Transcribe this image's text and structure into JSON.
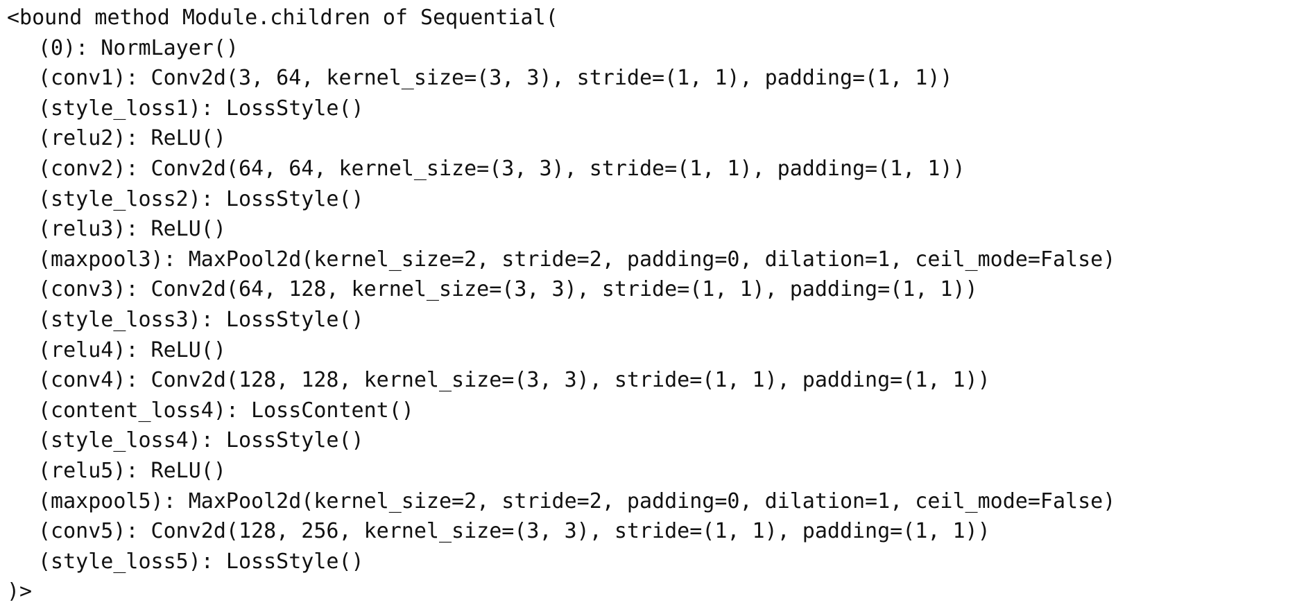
{
  "output": {
    "header": "<bound method Module.children of Sequential(",
    "layers": [
      "(0): NormLayer()",
      "(conv1): Conv2d(3, 64, kernel_size=(3, 3), stride=(1, 1), padding=(1, 1))",
      "(style_loss1): LossStyle()",
      "(relu2): ReLU()",
      "(conv2): Conv2d(64, 64, kernel_size=(3, 3), stride=(1, 1), padding=(1, 1))",
      "(style_loss2): LossStyle()",
      "(relu3): ReLU()",
      "(maxpool3): MaxPool2d(kernel_size=2, stride=2, padding=0, dilation=1, ceil_mode=False)",
      "(conv3): Conv2d(64, 128, kernel_size=(3, 3), stride=(1, 1), padding=(1, 1))",
      "(style_loss3): LossStyle()",
      "(relu4): ReLU()",
      "(conv4): Conv2d(128, 128, kernel_size=(3, 3), stride=(1, 1), padding=(1, 1))",
      "(content_loss4): LossContent()",
      "(style_loss4): LossStyle()",
      "(relu5): ReLU()",
      "(maxpool5): MaxPool2d(kernel_size=2, stride=2, padding=0, dilation=1, ceil_mode=False)",
      "(conv5): Conv2d(128, 256, kernel_size=(3, 3), stride=(1, 1), padding=(1, 1))",
      "(style_loss5): LossStyle()"
    ],
    "footer": ")>"
  }
}
